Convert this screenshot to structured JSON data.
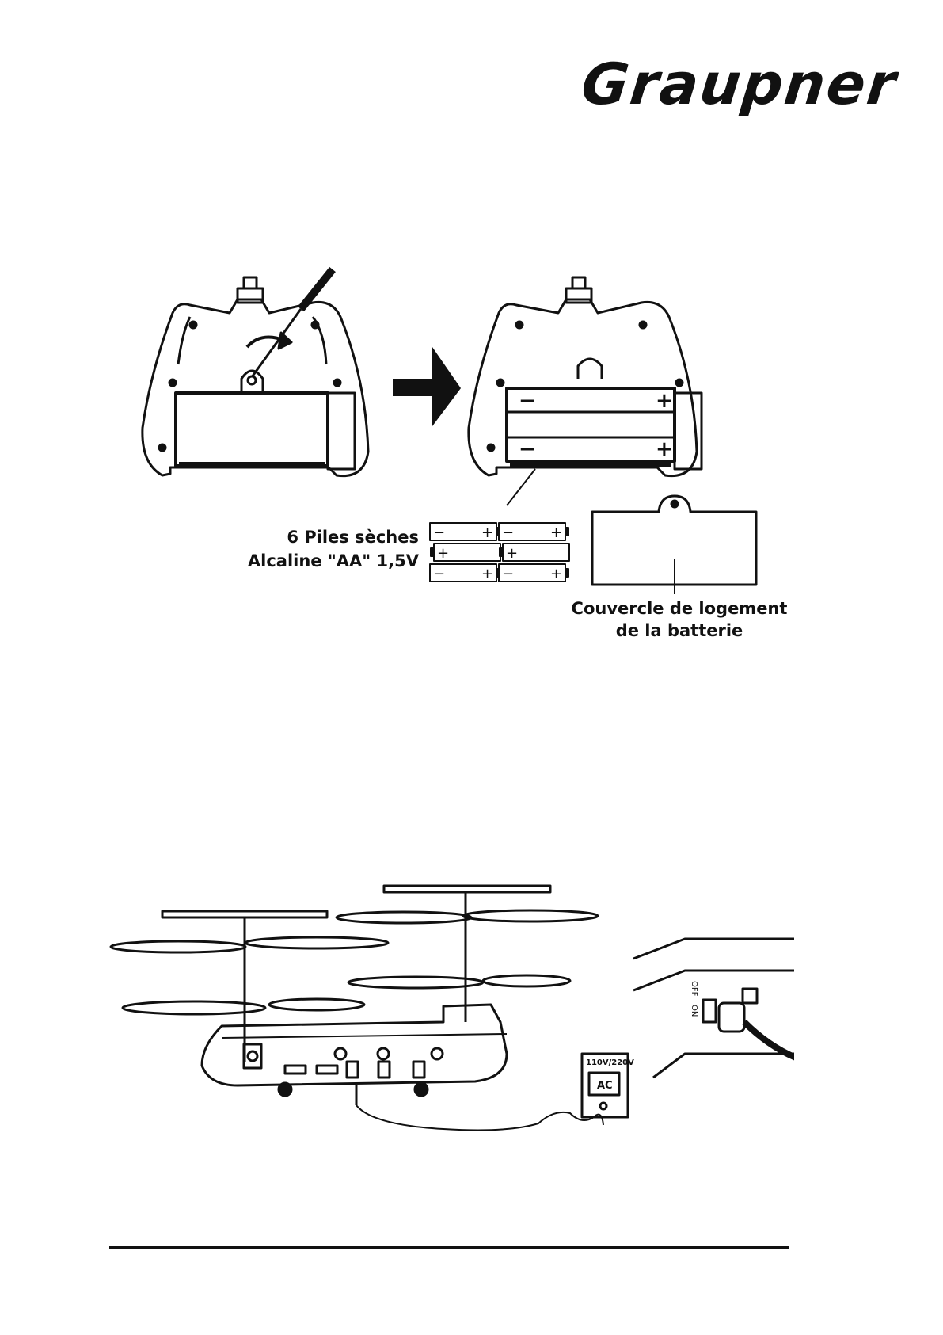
{
  "header": {
    "brand": "Graupner"
  },
  "battery_figure": {
    "batteries_label_line1": "6 Piles sèches",
    "batteries_label_line2": "Alcaline \"AA\" 1,5V",
    "cover_label_line1": "Couvercle de logement",
    "cover_label_line2": "de la batterie",
    "minus_sign": "−",
    "plus_sign": "+"
  },
  "charging_figure": {
    "adapter_voltage": "110V/220V",
    "adapter_type": "AC",
    "switch_off": "OFF",
    "switch_on": "ON"
  }
}
